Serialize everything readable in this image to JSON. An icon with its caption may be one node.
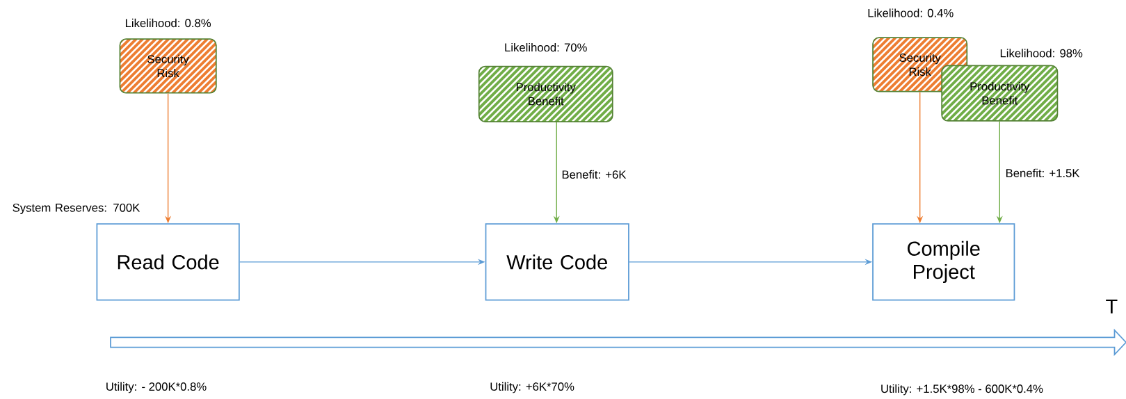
{
  "diagram": {
    "nodes": [
      {
        "text": [
          "Security Risk"
        ],
        "beside": [
          "Likelihood: 0.8%"
        ]
      },
      {
        "text": [
          "Productivity Benefit"
        ],
        "beside": [
          "Likelihood: 70%"
        ]
      },
      {
        "text": [
          "Security Risk"
        ],
        "beside": [
          "Likelihood: 0.4%"
        ]
      },
      {
        "text": [
          "Productivity Benefit"
        ],
        "beside": [
          "Likelihood: 98%"
        ]
      },
      {
        "text": [
          "Read Code"
        ]
      },
      {
        "text": [
          "Write Code"
        ]
      },
      {
        "text": [
          "Compile Project"
        ]
      }
    ],
    "edges": [
      {
        "from": 0,
        "to": 4,
        "arrow": "to",
        "color": "#ed7d31"
      },
      {
        "from": 1,
        "to": 5,
        "arrow": "to",
        "color": "#70ad47",
        "label": "Benefit: +6K"
      },
      {
        "from": 2,
        "to": 6,
        "arrow": "to",
        "color": "#ed7d31"
      },
      {
        "from": 3,
        "to": 6,
        "arrow": "to",
        "color": "#70ad47",
        "label": "Benefit: +1.5K"
      },
      {
        "from": 4,
        "to": 5,
        "arrow": "to",
        "color": "#5b9bd5"
      },
      {
        "from": 5,
        "to": 6,
        "arrow": "to",
        "color": "#5b9bd5"
      }
    ],
    "labels": [
      "System Reserves: 700K",
      "T",
      "Utility: - 200K*0.8%",
      "Utility: +6K*70%",
      "Utility: +1.5K*98% - 600K*0.4%"
    ]
  }
}
